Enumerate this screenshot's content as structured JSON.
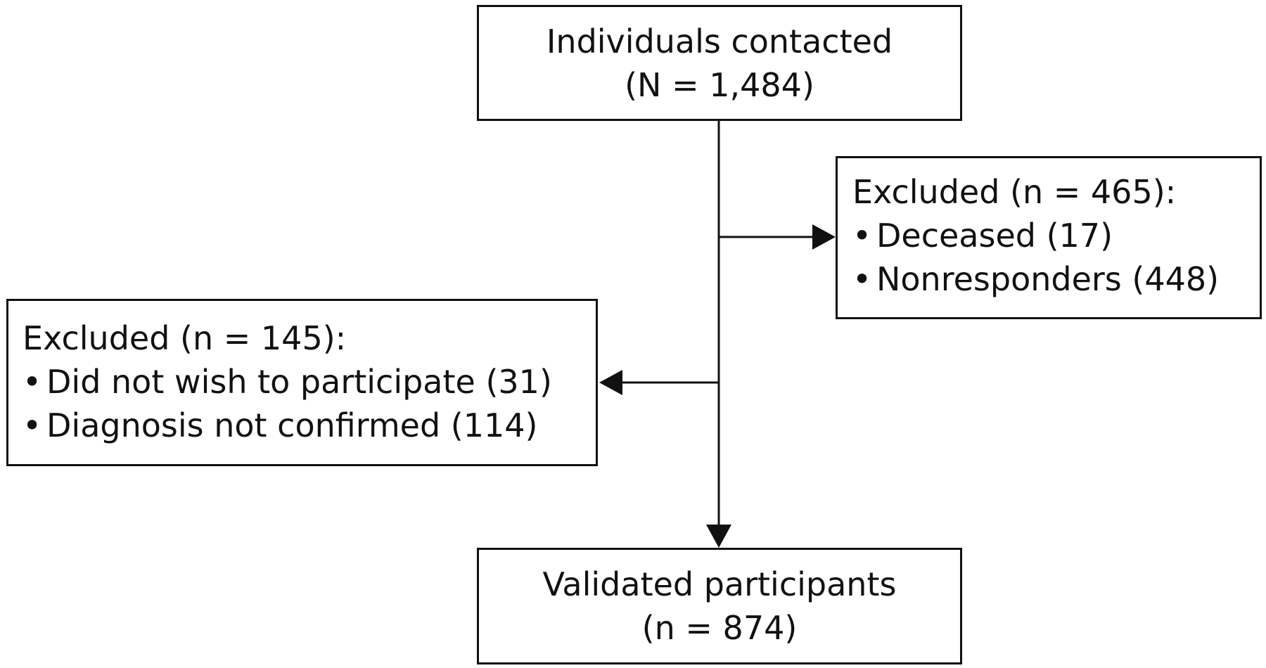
{
  "nodes": {
    "contacted": {
      "title": "Individuals contacted",
      "count": "(N = 1,484)"
    },
    "excluded_first": {
      "title": "Excluded (n = 465):",
      "items": [
        {
          "bullet": "•",
          "text": "Deceased (17)"
        },
        {
          "bullet": "•",
          "text": "Nonresponders (448)"
        }
      ]
    },
    "excluded_second": {
      "title": "Excluded (n = 145):",
      "items": [
        {
          "bullet": "•",
          "text": "Did not wish to participate (31)"
        },
        {
          "bullet": "•",
          "text": "Diagnosis not confirmed (114)"
        }
      ]
    },
    "validated": {
      "title": "Validated participants",
      "count": "(n = 874)"
    }
  },
  "colors": {
    "stroke": "#111111",
    "background": "#ffffff"
  }
}
